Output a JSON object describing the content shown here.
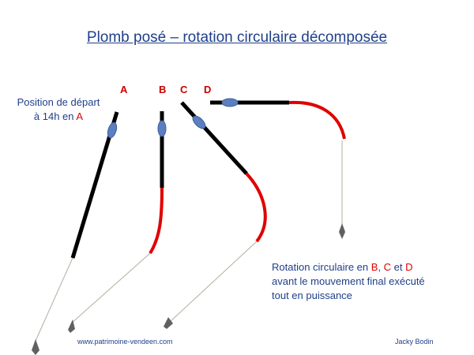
{
  "title": "Plomb posé – rotation circulaire décomposée",
  "labels": {
    "a": "A",
    "b": "B",
    "c": "C",
    "d": "D"
  },
  "start_text": {
    "line1": "Position de départ",
    "line2_prefix": "à 14h en ",
    "line2_letter": "A"
  },
  "rotation_text": {
    "line1_prefix": "Rotation circulaire en ",
    "letter_b": "B",
    "sep1": ", ",
    "letter_c": "C",
    "sep2": " et ",
    "letter_d": "D",
    "line2": "avant le mouvement final exécuté",
    "line3": "tout en puissance"
  },
  "footer": {
    "website": "www.patrimoine-vendeen.com",
    "author": "Jacky Bodin"
  },
  "colors": {
    "rod": "#000000",
    "tip": "#e00000",
    "float": "#5b7fc0",
    "line": "#b0b0a0",
    "text": "#1f3f8a"
  }
}
